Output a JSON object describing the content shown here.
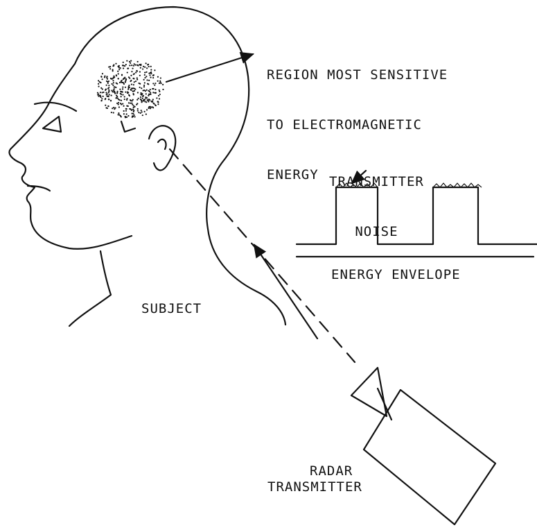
{
  "labels": {
    "region_line1": "REGION MOST SENSITIVE",
    "region_line2": "TO ELECTROMAGNETIC",
    "region_line3": "ENERGY",
    "noise_line1": "TRANSMITTER",
    "noise_line2": "NOISE",
    "envelope": "ENERGY ENVELOPE",
    "subject": "SUBJECT",
    "radar_line1": "RADAR",
    "radar_line2": "TRANSMITTER"
  },
  "colors": {
    "ink": "#111111",
    "background": "#ffffff"
  }
}
